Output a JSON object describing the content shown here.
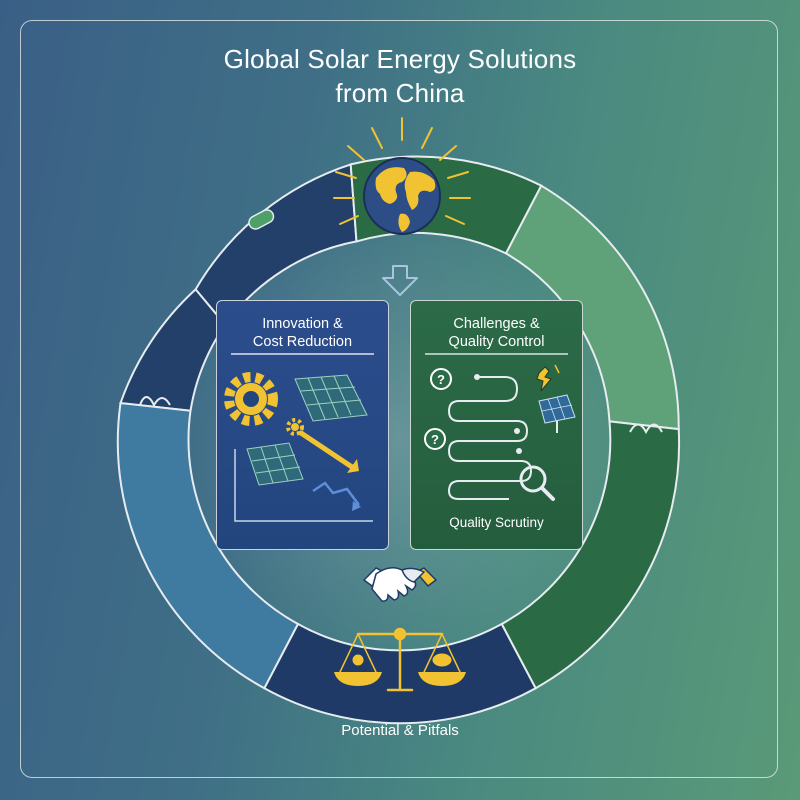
{
  "title": {
    "line1": "Global Solar Energy Solutions",
    "line2": "from China"
  },
  "panels": {
    "innovation": {
      "title_line1": "Innovation &",
      "title_line2": "Cost Reduction"
    },
    "challenges": {
      "title_line1": "Challenges &",
      "title_line2": "Quality Control",
      "caption": "Quality Scrutiny",
      "question_mark": "?"
    }
  },
  "footer": {
    "label": "Potential & Pitfals"
  },
  "colors": {
    "ring_dark_blue": "#22406a",
    "ring_light_blue": "#3f7aa0",
    "ring_dark_green": "#2a6a45",
    "ring_light_green": "#5fa27a",
    "ring_navy_bottom": "#1f3a66",
    "accent_yellow": "#f1c232",
    "outline": "#e6ecef"
  },
  "icons": {
    "top": "globe-icon",
    "arrow": "down-arrow-icon",
    "middle_bottom": "handshake-icon",
    "bottom": "balance-scale-icon"
  }
}
